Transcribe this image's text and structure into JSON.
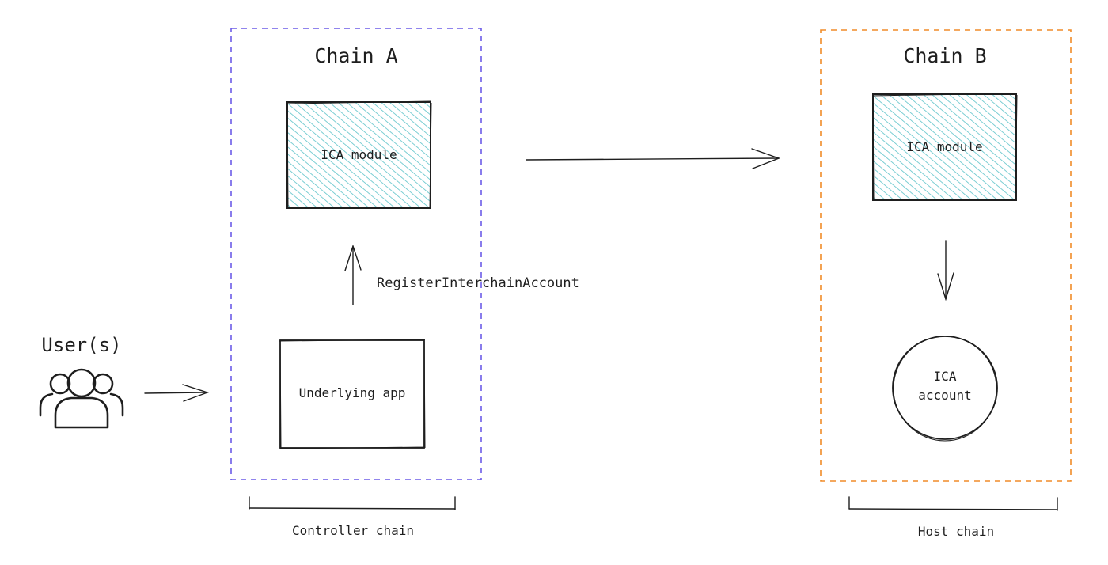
{
  "chain_a": {
    "title": "Chain A",
    "ica_module_label": "ICA module",
    "underlying_app_label": "Underlying app",
    "footer_label": "Controller chain",
    "border_color": "#6c5ce7"
  },
  "chain_b": {
    "title": "Chain B",
    "ica_module_label": "ICA module",
    "ica_account_label_line1": "ICA",
    "ica_account_label_line2": "account",
    "footer_label": "Host chain",
    "border_color": "#f08c28"
  },
  "users": {
    "label": "User(s)",
    "icon": "users-icon"
  },
  "edges": {
    "register_label": "RegisterInterchainAccount"
  },
  "colors": {
    "hatch": "#5bc2c9",
    "stroke": "#1e1e1e"
  }
}
